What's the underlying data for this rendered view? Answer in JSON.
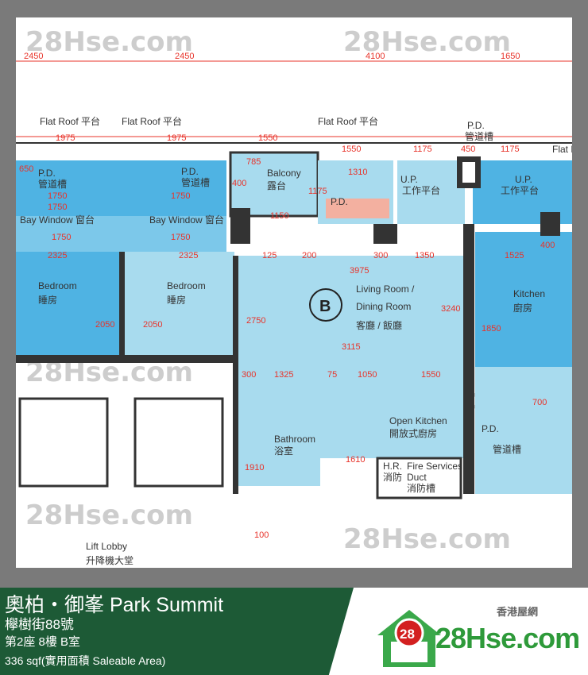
{
  "plan": {
    "watermark": "28Hse.com",
    "watermark_badge": "28",
    "unit_marker": "B",
    "top_dims": [
      "2450",
      "2450",
      "4100",
      "1650"
    ],
    "flat_roof": [
      "Flat Roof 平台",
      "Flat Roof 平台",
      "Flat Roof 平台",
      "Flat R"
    ],
    "row2_dims": [
      "1975",
      "1975",
      "1550",
      "1550",
      "1175",
      "450",
      "1175"
    ],
    "rooms": {
      "pd": "P.D.",
      "pd_cn": "管道槽",
      "balcony": "Balcony",
      "balcony_cn": "露台",
      "up": "U.P.",
      "up_cn": "工作平台",
      "bay_window": "Bay Window 窗台",
      "bedroom": "Bedroom",
      "bedroom_cn": "睡房",
      "living": "Living Room /",
      "dining": "Dining Room",
      "living_cn": "客廳 / 飯廳",
      "kitchen": "Kitchen",
      "kitchen_cn": "廚房",
      "open_kitchen": "Open Kitchen",
      "open_kitchen_cn": "開放式廚房",
      "bathroom": "Bathroom",
      "bathroom_cn": "浴室",
      "hr": "H.R.",
      "hr_cn": "消防",
      "fs_duct": "Fire Services",
      "fs_duct2": "Duct",
      "fs_duct_cn": "消防槽",
      "lift_lobby": "Lift Lobby",
      "lift_lobby_cn": "升降機大堂"
    },
    "dims": [
      "1750",
      "1750",
      "1750",
      "1750",
      "1750",
      "2325",
      "2325",
      "400",
      "1150",
      "1310",
      "125",
      "200",
      "300",
      "1350",
      "1525",
      "3975",
      "2050",
      "2050",
      "2750",
      "3115",
      "3240",
      "1850",
      "300",
      "1325",
      "75",
      "1050",
      "1550",
      "700",
      "1910",
      "1610",
      "100",
      "785",
      "1175",
      "650",
      "400"
    ]
  },
  "footer": {
    "title": "奧柏・御峯 Park Summit",
    "address": "欅樹街88號",
    "unit": "第2座 8樓 B室",
    "area": "336 sqf(實用面積 Saleable Area)",
    "brand_cn": "香港屋網",
    "brand_en": "28Hse.com",
    "brand_badge": "28",
    "green": "#1d5a36",
    "brand_green": "#2e9a3a",
    "badge_red": "#d32020"
  }
}
